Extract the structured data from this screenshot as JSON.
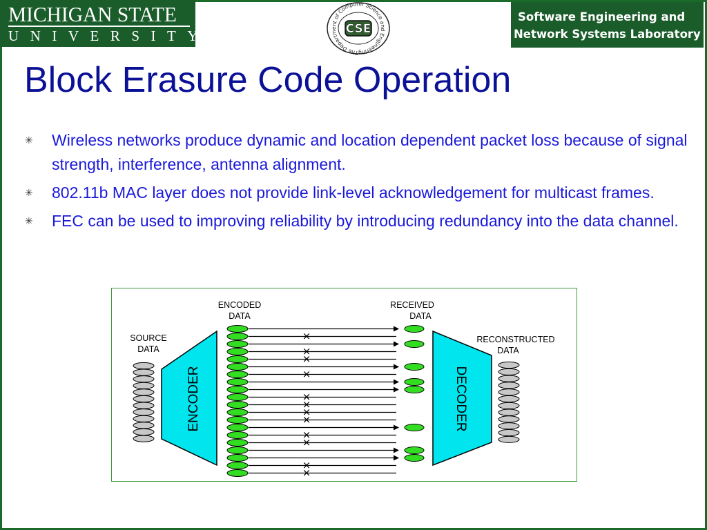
{
  "header": {
    "msu_logo": {
      "line1": "MICHIGAN STATE",
      "line2": "UNIVERSITY"
    },
    "cse_seal": {
      "center_text": "CSE",
      "ring_text": "The Department of Computer Science and Engineering"
    },
    "lab_logo": {
      "line1": "Software Engineering and",
      "line2": "Network Systems Laboratory"
    }
  },
  "slide": {
    "title": "Block Erasure Code Operation",
    "bullets": [
      "Wireless networks produce dynamic and location dependent packet loss because of signal strength, interference, antenna alignment.",
      "802.11b MAC layer does not provide link-level acknowledgement for multicast frames.",
      "FEC can be used to improving reliability by introducing redundancy into the data channel."
    ],
    "bullet_marker": "✳"
  },
  "diagram": {
    "labels": {
      "source_line1": "SOURCE",
      "source_line2": "DATA",
      "encoded_line1": "ENCODED",
      "encoded_line2": "DATA",
      "received_line1": "RECEIVED",
      "received_line2": "DATA",
      "reconstructed_line1": "RECONSTRUCTED",
      "reconstructed_line2": "DATA",
      "encoder": "ENCODER",
      "decoder": "DECODER",
      "lost_mark": "×"
    },
    "source_packet_count": 12,
    "encoded_packet_count": 20,
    "reconstructed_packet_count": 12,
    "packets_lost": [
      1,
      3,
      4,
      6,
      9,
      10,
      11,
      12,
      14,
      15,
      18,
      19
    ],
    "colors": {
      "border": "#3e9a3e",
      "source_packet": "#c8c8c8",
      "encoded_packet": "#33dd22",
      "coder_fill": "#00e5ee",
      "title": "#0b1196",
      "bullet_text": "#1a18d9",
      "msu_green": "#1a5c2a"
    }
  }
}
